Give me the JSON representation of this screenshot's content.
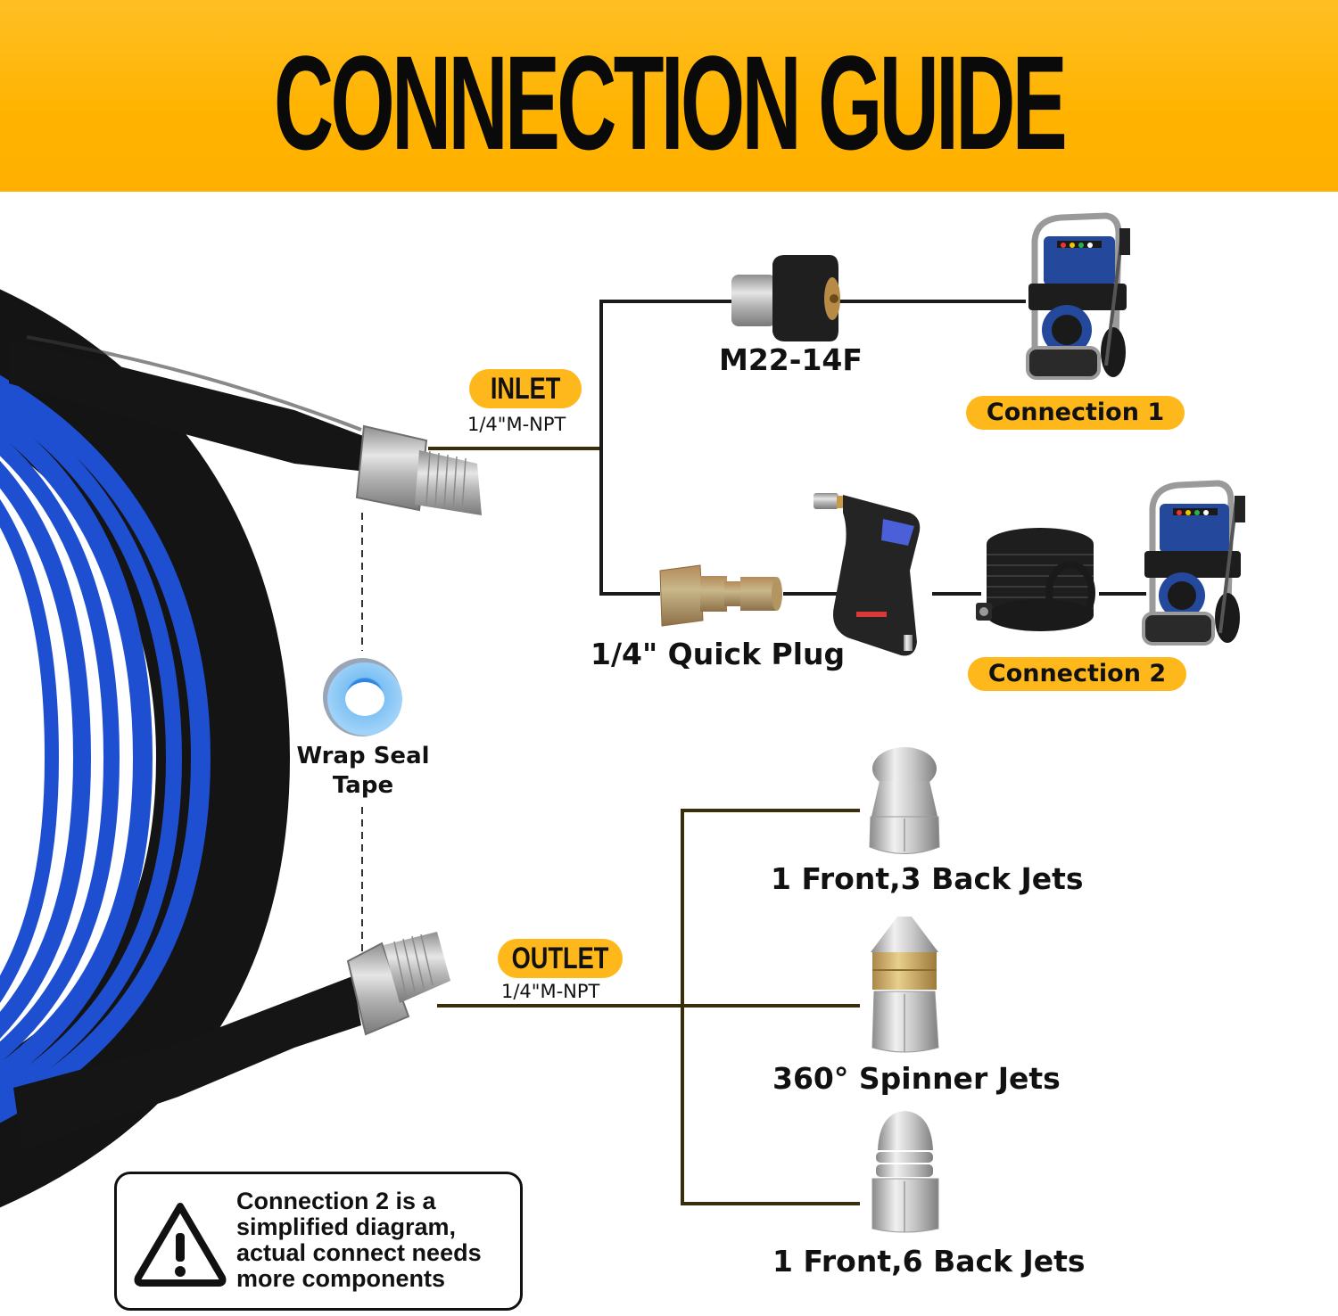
{
  "header": {
    "title": "CONNECTION GUIDE",
    "background": "#ffb300"
  },
  "inlet": {
    "label": "INLET",
    "spec": "1/4\"M-NPT",
    "options": [
      {
        "part": "M22-14F",
        "connection_label": "Connection 1"
      },
      {
        "part": "1/4\" Quick Plug",
        "connection_label": "Connection 2"
      }
    ]
  },
  "seal_tape": {
    "label_line1": "Wrap Seal",
    "label_line2": "Tape"
  },
  "outlet": {
    "label": "OUTLET",
    "spec": "1/4\"M-NPT",
    "nozzles": [
      {
        "label": "1 Front,3 Back Jets"
      },
      {
        "label": "360° Spinner Jets"
      },
      {
        "label": "1 Front,6 Back Jets"
      }
    ]
  },
  "note": {
    "icon": "warning-icon",
    "text": "Connection 2 is a simplified diagram, actual connect needs more components"
  },
  "colors": {
    "accent": "#ffb81c",
    "hose_blue": "#1f4fd1",
    "hose_black": "#141414",
    "inlet_line": "#1a1a1a",
    "outlet_line": "#3a2e0a"
  }
}
